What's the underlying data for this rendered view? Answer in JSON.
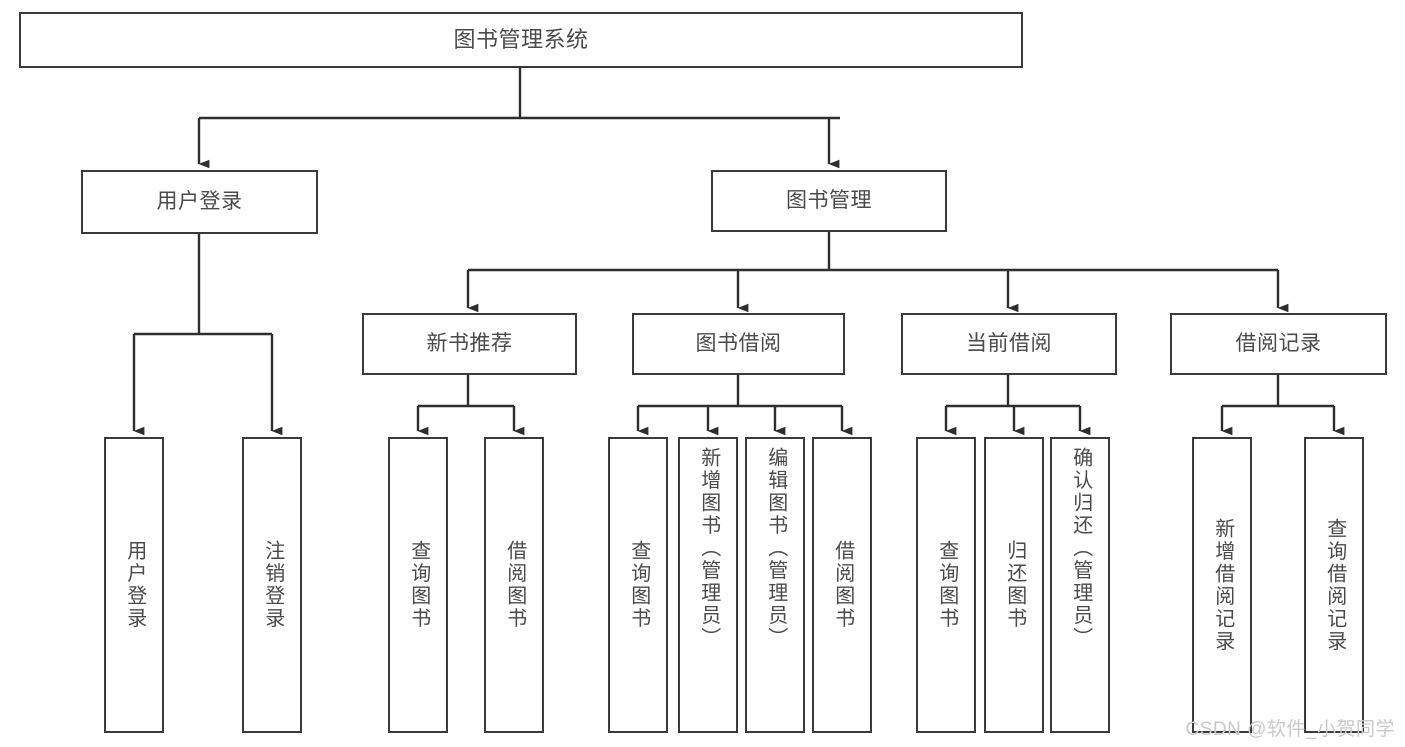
{
  "diagram": {
    "type": "tree-hierarchy-chart",
    "title": "图书管理系统",
    "stroke_color": "#3a3a3a",
    "text_color": "#4a4a4a",
    "background_color": "#ffffff",
    "nodes": {
      "root": {
        "label": "图书管理系统",
        "level": 1
      },
      "l2": [
        {
          "id": "user-login",
          "label": "用户登录"
        },
        {
          "id": "book-manage",
          "label": "图书管理"
        }
      ],
      "l3": [
        {
          "id": "new-book-rec",
          "label": "新书推荐",
          "parent": "book-manage"
        },
        {
          "id": "book-borrow",
          "label": "图书借阅",
          "parent": "book-manage"
        },
        {
          "id": "current-borrow",
          "label": "当前借阅",
          "parent": "book-manage"
        },
        {
          "id": "borrow-record",
          "label": "借阅记录",
          "parent": "book-manage"
        }
      ],
      "leaves": [
        {
          "id": "leaf-user-login",
          "label": "用户登录",
          "parent": "user-login"
        },
        {
          "id": "leaf-logout",
          "label": "注销登录",
          "parent": "user-login"
        },
        {
          "id": "leaf-query-book-1",
          "label": "查询图书",
          "parent": "new-book-rec"
        },
        {
          "id": "leaf-borrow-book-1",
          "label": "借阅图书",
          "parent": "new-book-rec"
        },
        {
          "id": "leaf-query-book-2",
          "label": "查询图书",
          "parent": "book-borrow"
        },
        {
          "id": "leaf-add-book",
          "label": "新增图书（管理员）",
          "parent": "book-borrow"
        },
        {
          "id": "leaf-edit-book",
          "label": "编辑图书（管理员）",
          "parent": "book-borrow"
        },
        {
          "id": "leaf-borrow-book-2",
          "label": "借阅图书",
          "parent": "book-borrow"
        },
        {
          "id": "leaf-query-book-3",
          "label": "查询图书",
          "parent": "current-borrow"
        },
        {
          "id": "leaf-return-book",
          "label": "归还图书",
          "parent": "current-borrow"
        },
        {
          "id": "leaf-confirm-return",
          "label": "确认归还（管理员）",
          "parent": "current-borrow"
        },
        {
          "id": "leaf-add-record",
          "label": "新增借阅记录",
          "parent": "borrow-record"
        },
        {
          "id": "leaf-query-record",
          "label": "查询借阅记录",
          "parent": "borrow-record"
        }
      ]
    },
    "watermark": "CSDN @软件_小贺同学"
  }
}
